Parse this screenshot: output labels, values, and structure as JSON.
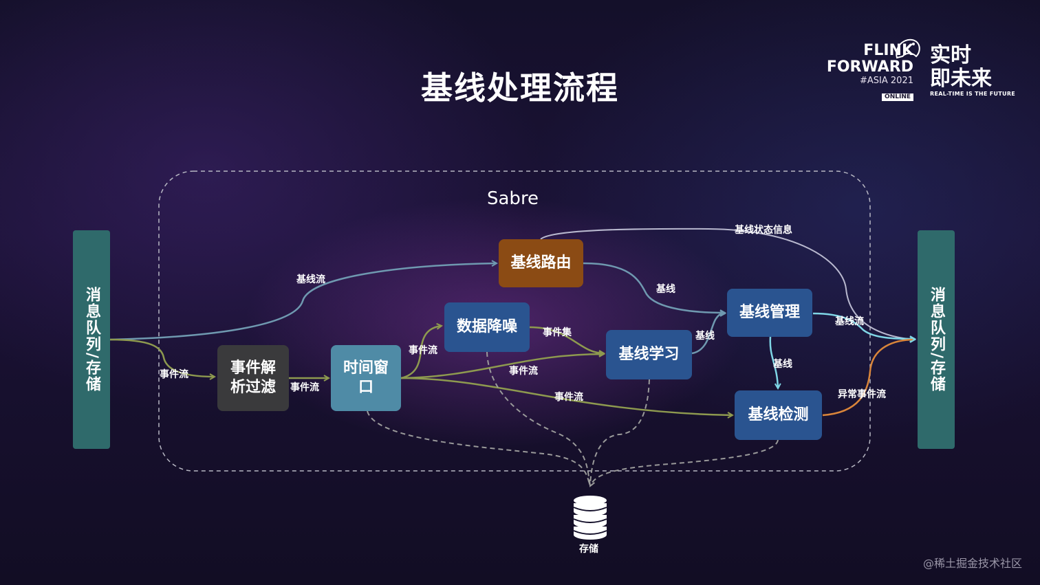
{
  "title": "基线处理流程",
  "container_label": "Sabre",
  "logo": {
    "flink_line1": "FLINK",
    "flink_line2": "FORWARD",
    "flink_line3": "#ASIA 2021",
    "flink_line4": "ONLINE",
    "rt_line1": "实时",
    "rt_line2": "即未来",
    "rt_line3": "REAL-TIME IS THE FUTURE"
  },
  "nodes": {
    "mq_in": "消息队列/存储",
    "mq_out": "消息队列/存储",
    "parse_line1": "事件解",
    "parse_line2": "析过滤",
    "window_line1": "时间窗",
    "window_line2": "口",
    "denoise": "数据降噪",
    "router": "基线路由",
    "learn": "基线学习",
    "manage": "基线管理",
    "detect": "基线检测",
    "storage": "存储"
  },
  "edges": {
    "baseline_stream_top": "基线流",
    "event_stream_1": "事件流",
    "event_stream_2": "事件流",
    "event_stream_3": "事件流",
    "event_stream_4": "事件流",
    "event_stream_5": "事件流",
    "event_set": "事件集",
    "baseline_state": "基线状态信息",
    "baseline_router_out": "基线",
    "baseline_learn_out": "基线",
    "baseline_manage_out": "基线",
    "baseline_stream_out": "基线流",
    "anomaly_stream": "异常事件流"
  },
  "colors": {
    "queue": "#2f6a6b",
    "parse": "#3a3a3c",
    "window": "#4f8ba6",
    "denoise": "#2a5490",
    "router": "#8b4b14",
    "learn": "#2a5490",
    "manage": "#2a5490",
    "detect": "#2a5490",
    "edge_baseline": "#6f99b0",
    "edge_event": "#8e9a4f",
    "edge_state": "#b9b9cf",
    "edge_out": "#7fd6e6",
    "edge_anomaly": "#d9853a",
    "edge_storage": "#9a9a9a"
  },
  "watermark": "@稀土掘金技术社区"
}
